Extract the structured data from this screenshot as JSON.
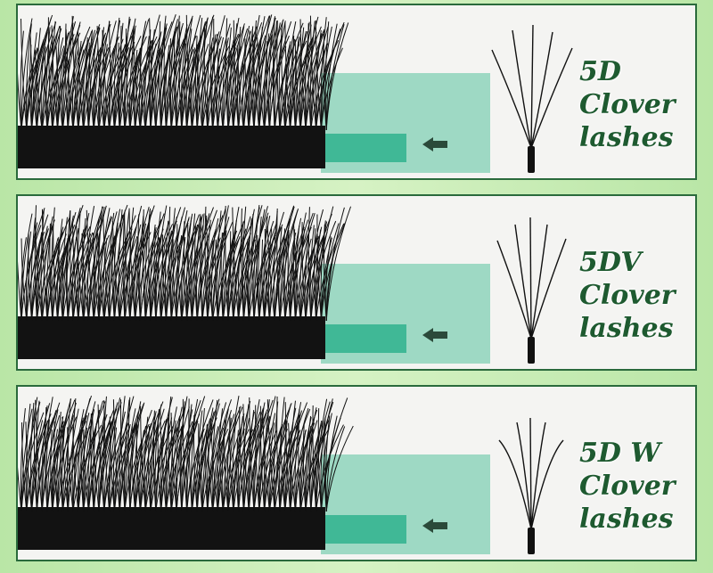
{
  "colors": {
    "accent_green": "#1e5a30",
    "strip_mint": "#9ed9c4",
    "lash_black": "#121212",
    "tape_teal": "#2fb28e",
    "border_green": "#2a6a3c"
  },
  "panels": [
    {
      "id": "5d",
      "label_lines": [
        "5D",
        "Clover",
        "lashes"
      ],
      "prongs": 5,
      "fan_style": "v"
    },
    {
      "id": "5dv",
      "label_lines": [
        "5DV",
        "Clover",
        "lashes"
      ],
      "prongs": 5,
      "fan_style": "dv"
    },
    {
      "id": "5dw",
      "label_lines": [
        "5D W",
        "Clover",
        "lashes"
      ],
      "prongs": 5,
      "fan_style": "w"
    }
  ],
  "icons": [
    "arrow-left-icon",
    "lash-fan-icon"
  ]
}
